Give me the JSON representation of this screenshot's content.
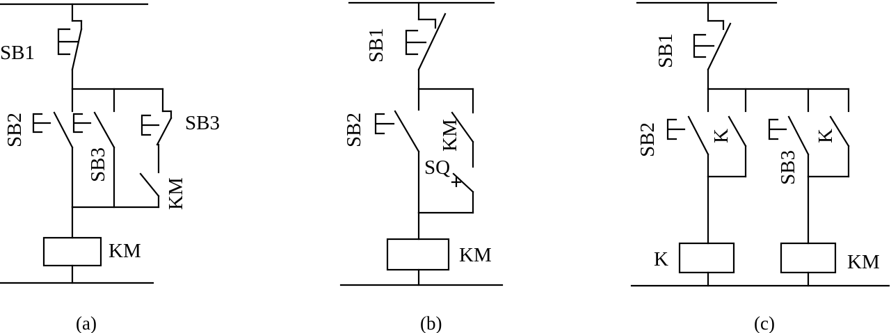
{
  "diagrams": [
    {
      "caption": "(a)",
      "labels": {
        "sb1": "SB1",
        "sb2": "SB2",
        "sb3_left": "SB3",
        "sb3_right": "SB3",
        "km_contact": "KM",
        "km_coil": "KM"
      }
    },
    {
      "caption": "(b)",
      "labels": {
        "sb1": "SB1",
        "sb2": "SB2",
        "km_contact": "KM",
        "sq": "SQ",
        "km_coil": "KM"
      }
    },
    {
      "caption": "(c)",
      "labels": {
        "sb1": "SB1",
        "sb2": "SB2",
        "sb3": "SB3",
        "k_contact_1": "K",
        "k_contact_2": "K",
        "k_coil": "K",
        "km_coil": "KM"
      }
    }
  ]
}
